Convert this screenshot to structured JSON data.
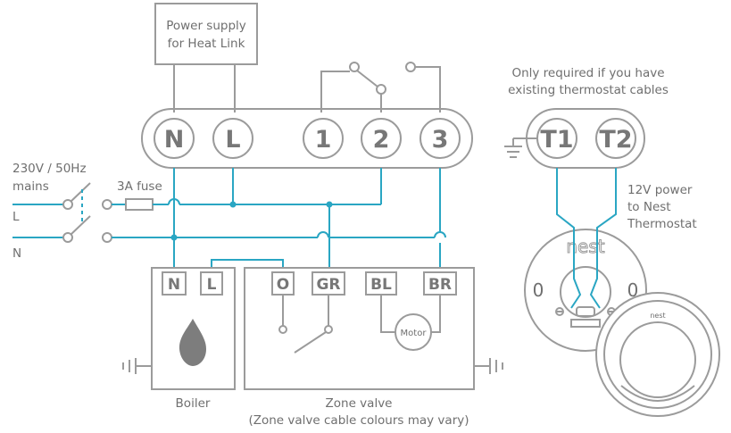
{
  "labels": {
    "power_supply_line1": "Power supply",
    "power_supply_line2": "for Heat Link",
    "mains_line1": "230V / 50Hz",
    "mains_line2": "mains",
    "line_L": "L",
    "line_N": "N",
    "fuse": "3A fuse",
    "only_required_line1": "Only required if you have",
    "only_required_line2": "existing thermostat cables",
    "power12_line1": "12V power",
    "power12_line2": "to Nest",
    "power12_line3": "Thermostat",
    "boiler": "Boiler",
    "zone_valve": "Zone valve",
    "zone_valve_note": "(Zone valve cable colours may vary)",
    "motor": "Motor",
    "brand": "nest",
    "brand_small": "nest"
  },
  "heat_link_terminals": [
    "N",
    "L",
    "1",
    "2",
    "3"
  ],
  "thermostat_terminals": [
    "T1",
    "T2"
  ],
  "boiler_terminals": [
    "N",
    "L"
  ],
  "zone_valve_terminals": [
    "O",
    "GR",
    "BL",
    "BR"
  ],
  "base_slot_glyph": "0",
  "colors": {
    "wire_live": "#2aa6c3",
    "line_gray": "#9b9b9b",
    "text": "#6f6f6f"
  }
}
